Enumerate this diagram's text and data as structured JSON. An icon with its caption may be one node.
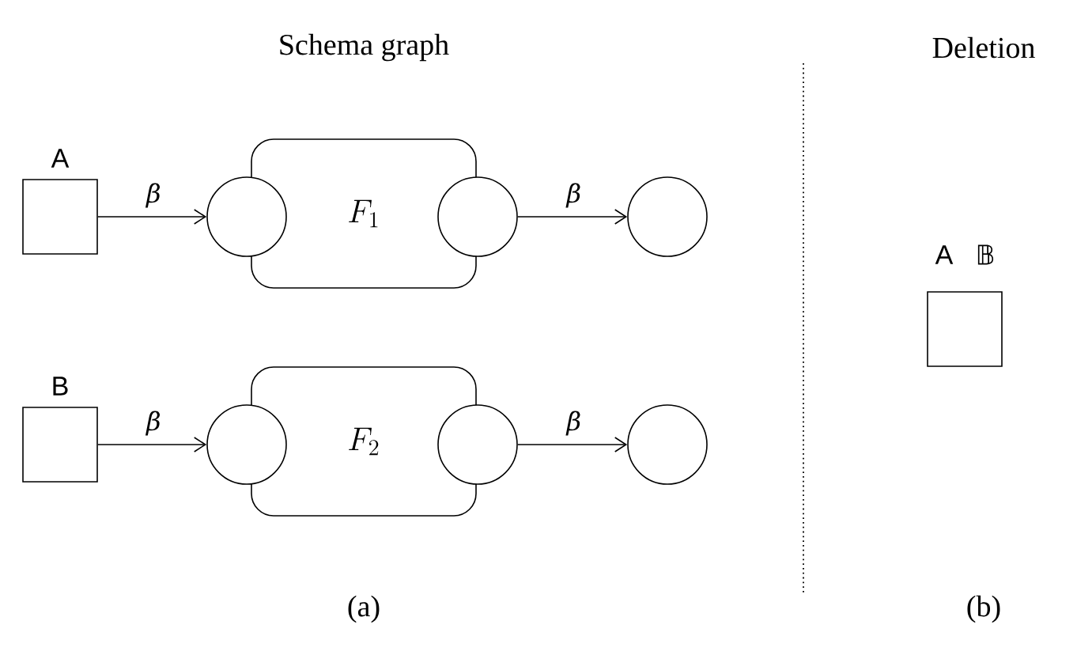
{
  "diagram": {
    "nodes": [
      {
        "text": [
          "A"
        ]
      },
      {
        "text": [
          "F_1"
        ]
      },
      {
        "text": [],
        "shape": "circle"
      },
      {
        "text": [],
        "shape": "circle"
      },
      {
        "text": [],
        "shape": "circle"
      },
      {
        "text": [
          "B"
        ]
      },
      {
        "text": [
          "F_2"
        ]
      },
      {
        "text": [],
        "shape": "circle"
      },
      {
        "text": [],
        "shape": "circle"
      },
      {
        "text": [],
        "shape": "circle"
      },
      {
        "text": [
          "A",
          "𝔹"
        ]
      }
    ],
    "edges": [
      {
        "from": 0,
        "to": 2,
        "arrow": "to",
        "label": "β"
      },
      {
        "from": 3,
        "to": 4,
        "arrow": "to",
        "label": "β"
      },
      {
        "from": 5,
        "to": 7,
        "arrow": "to",
        "label": "β"
      },
      {
        "from": 8,
        "to": 9,
        "arrow": "to",
        "label": "β"
      }
    ],
    "labels": [
      "Schema graph",
      "Deletion",
      "(a)",
      "(b)"
    ]
  }
}
